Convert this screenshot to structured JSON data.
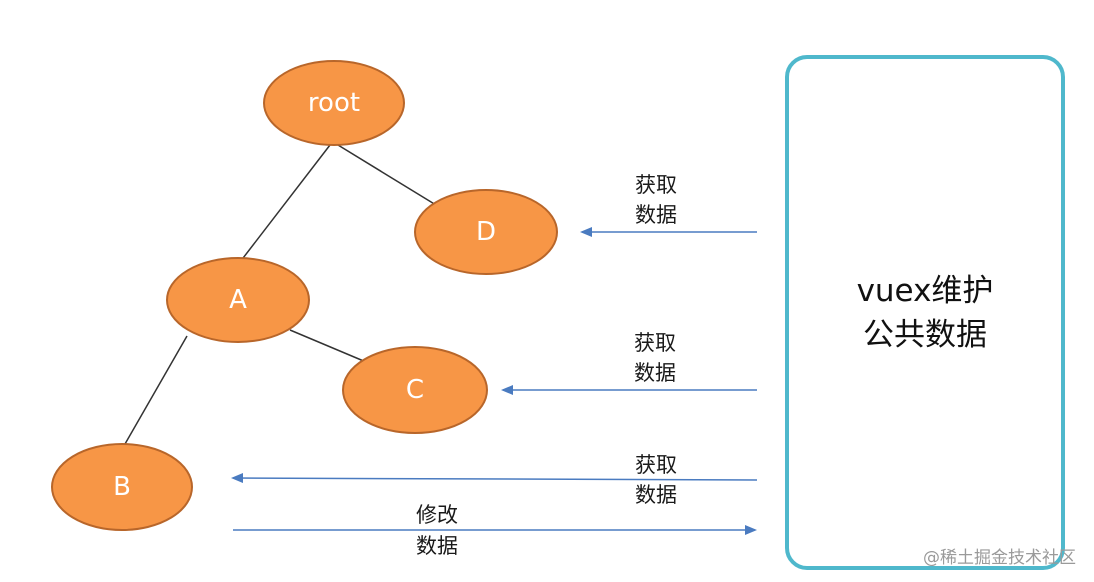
{
  "tree": {
    "nodes": [
      {
        "id": "root",
        "label": "root"
      },
      {
        "id": "D",
        "label": "D"
      },
      {
        "id": "A",
        "label": "A"
      },
      {
        "id": "C",
        "label": "C"
      },
      {
        "id": "B",
        "label": "B"
      }
    ],
    "edges": [
      [
        "root",
        "A"
      ],
      [
        "root",
        "D"
      ],
      [
        "A",
        "B"
      ],
      [
        "A",
        "C"
      ]
    ]
  },
  "arrows": [
    {
      "id": "to-D",
      "label_line1": "获取",
      "label_line2": "数据"
    },
    {
      "id": "to-C",
      "label_line1": "获取",
      "label_line2": "数据"
    },
    {
      "id": "to-B",
      "label_line1": "获取",
      "label_line2": "数据"
    },
    {
      "id": "from-B",
      "label_line1": "修改",
      "label_line2": "数据"
    }
  ],
  "store": {
    "line1": "vuex维护",
    "line2": "公共数据"
  },
  "watermark": "@稀土掘金技术社区",
  "colors": {
    "node_fill": "#f79646",
    "node_stroke": "#b8662a",
    "edge": "#333333",
    "arrow": "#4a7bc0",
    "store_border": "#4fb8cc"
  }
}
